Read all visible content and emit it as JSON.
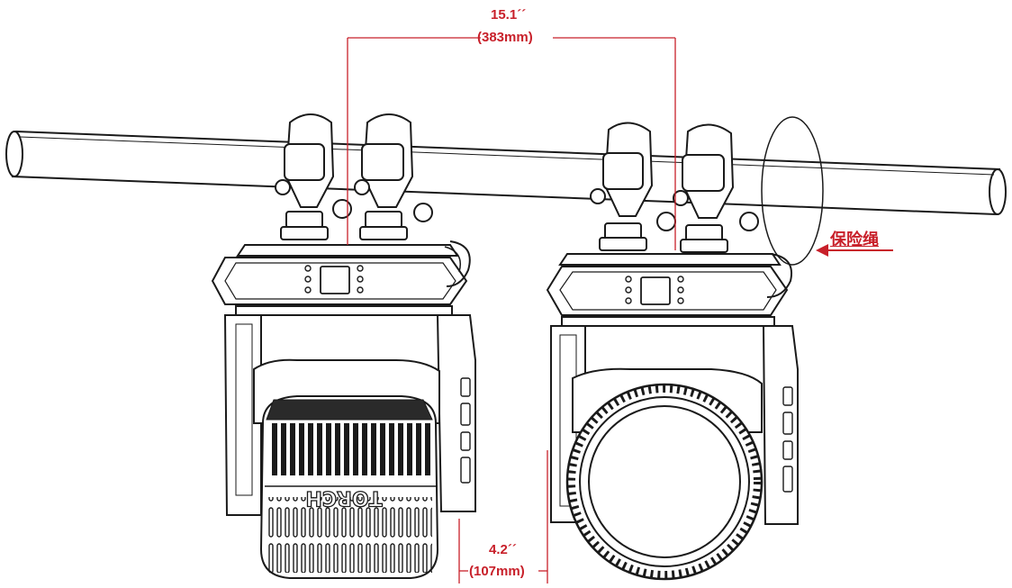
{
  "dimensions": {
    "top_inch": "15.1´´",
    "top_mm": "(383mm)",
    "bottom_inch": "4.2´´",
    "bottom_mm": "(107mm)"
  },
  "annotation": {
    "safety_rope_label": "保险绳"
  },
  "fixture": {
    "brand_text": "TORCH"
  },
  "colors": {
    "dimension_red": "#c8202a",
    "line_black": "#1a1a1a"
  }
}
